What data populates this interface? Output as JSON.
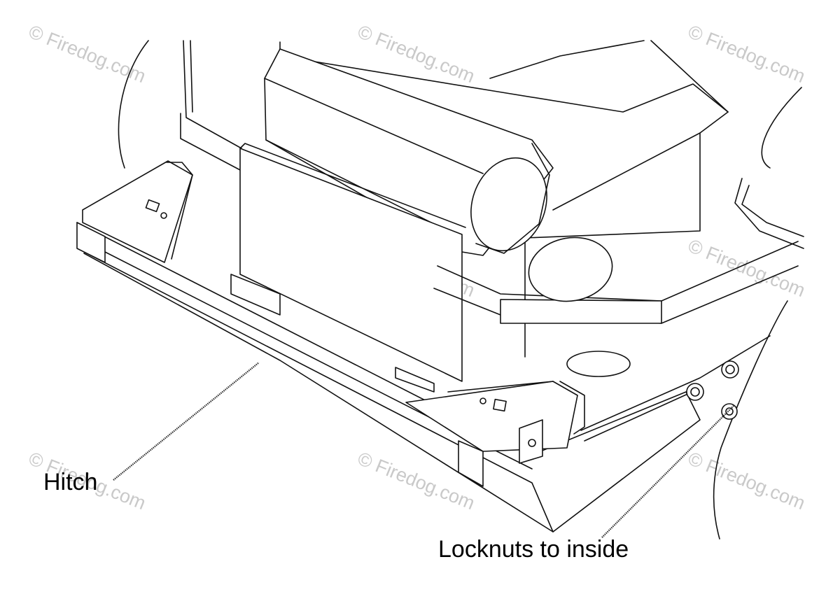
{
  "labels": {
    "hitch": "Hitch",
    "locknuts": "Locknuts to inside"
  },
  "watermark": {
    "text": "© Firedog.com"
  },
  "colors": {
    "line": "#111111",
    "watermark": "#c9c9c9",
    "background": "#ffffff"
  }
}
